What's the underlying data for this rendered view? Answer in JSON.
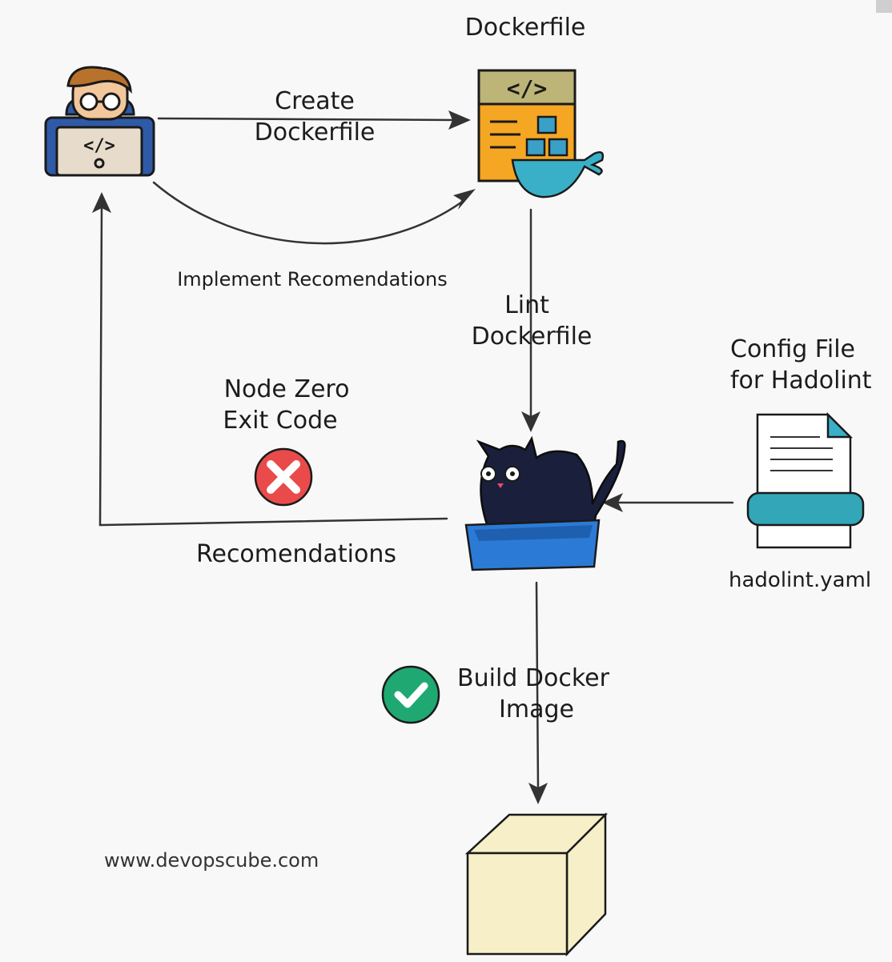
{
  "nodes": {
    "developer": {
      "icon": "developer-laptop-icon"
    },
    "dockerfile": {
      "title": "Dockerfile",
      "icon": "dockerfile-icon",
      "code_symbol": "</>"
    },
    "hadolint": {
      "icon": "hadolint-cat-icon"
    },
    "config": {
      "title_line1": "Config File",
      "title_line2": "for Hadolint",
      "filename": "hadolint.yaml",
      "icon": "config-file-icon"
    },
    "image": {
      "icon": "docker-image-cube-icon"
    }
  },
  "edges": {
    "create": {
      "line1": "Create",
      "line2": "Dockerfile"
    },
    "implement": {
      "label": "Implement Recomendations"
    },
    "lint": {
      "line1": "Lint",
      "line2": "Dockerfile"
    },
    "recommend": {
      "label": "Recomendations"
    },
    "build": {
      "line1": "Build Docker",
      "line2": "Image"
    }
  },
  "status": {
    "failure": {
      "line1": "Node Zero",
      "line2": "Exit Code",
      "icon": "error-x-icon",
      "color": "#e94b4b"
    },
    "success": {
      "icon": "success-check-icon",
      "color": "#1fa872"
    }
  },
  "watermark": "www.devopscube.com"
}
